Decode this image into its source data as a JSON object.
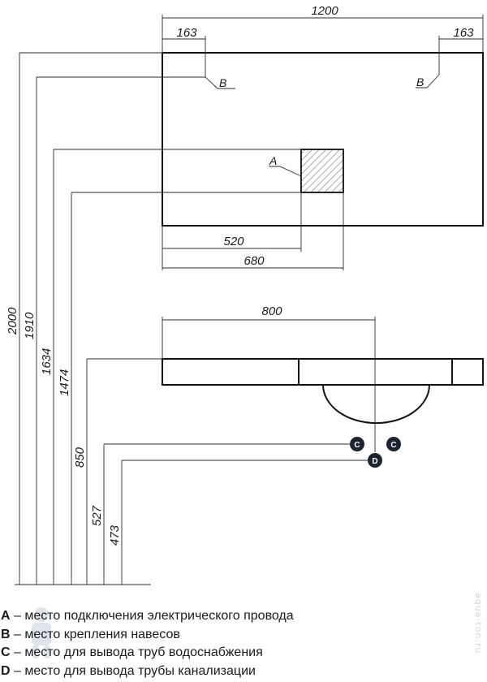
{
  "dimensions": {
    "top_width": "1200",
    "top_left_offset": "163",
    "top_right_offset": "163",
    "a_offset_520": "520",
    "a_offset_680": "680",
    "washbasin_800": "800",
    "h_2000": "2000",
    "h_1910": "1910",
    "h_1634": "1634",
    "h_1474": "1474",
    "h_850": "850",
    "h_527": "527",
    "h_473": "473"
  },
  "markers": {
    "a": "A",
    "b_left": "B",
    "b_right": "B",
    "c_left": "C",
    "c_right": "C",
    "d": "D"
  },
  "legend": [
    {
      "letter": "A",
      "text": " – место подключения электрического провода"
    },
    {
      "letter": "B",
      "text": " – место крепления навесов"
    },
    {
      "letter": "C",
      "text": " – место для вывода труб водоснабжения"
    },
    {
      "letter": "D",
      "text": " – место для вывода трубы канализации"
    }
  ],
  "watermark": "aqua-ton.ru",
  "colors": {
    "line": "#2b2b2b",
    "badge": "#1c2433",
    "hatch": "#555555"
  }
}
